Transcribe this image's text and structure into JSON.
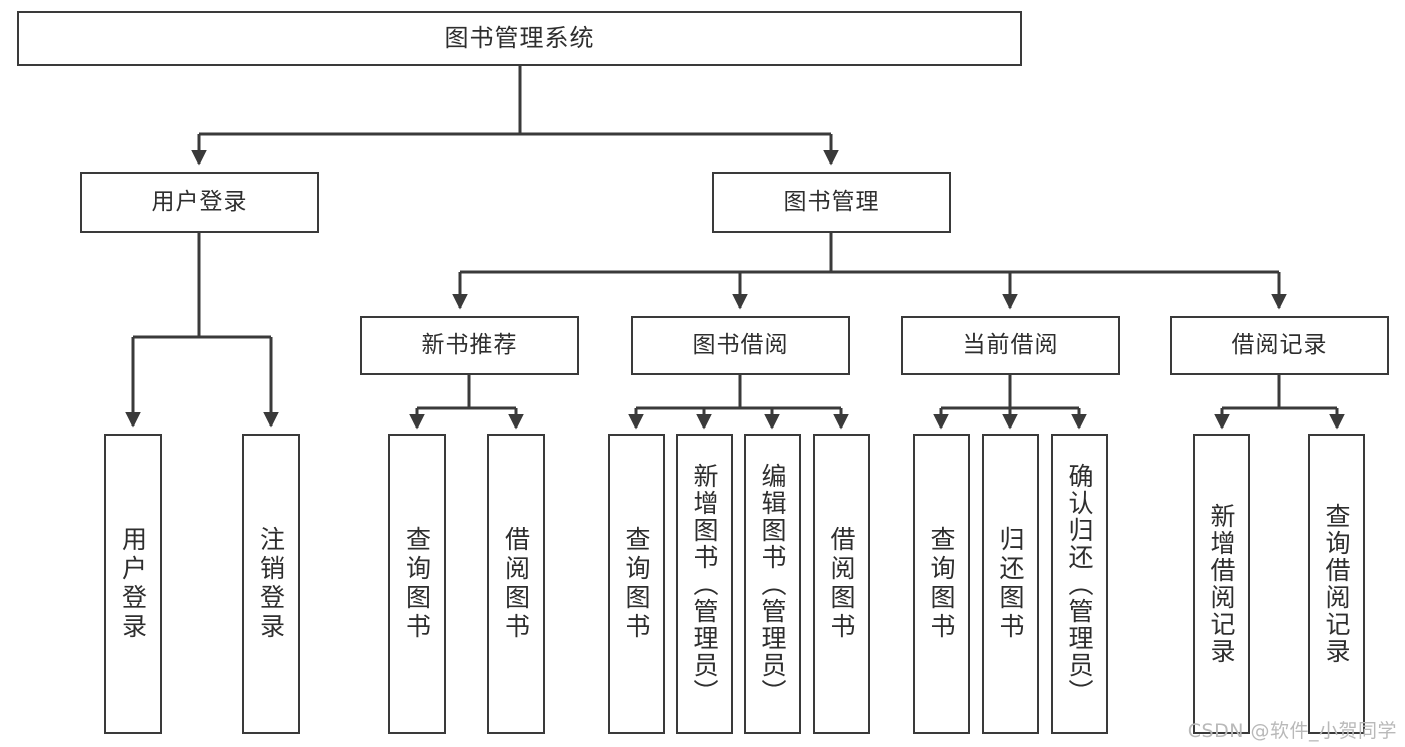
{
  "diagram": {
    "title": "图书管理系统",
    "type": "tree-hierarchy",
    "stroke_color": "#3a3a3a",
    "text_color": "#2e2e2e",
    "background_color": "#ffffff"
  },
  "nodes": {
    "root": {
      "label": "图书管理系统"
    },
    "level2": [
      {
        "id": "user-login",
        "label": "用户登录"
      },
      {
        "id": "book-manage",
        "label": "图书管理"
      }
    ],
    "level3": [
      {
        "id": "new-book-recommend",
        "label": "新书推荐"
      },
      {
        "id": "book-borrow",
        "label": "图书借阅"
      },
      {
        "id": "current-borrow",
        "label": "当前借阅"
      },
      {
        "id": "borrow-record",
        "label": "借阅记录"
      }
    ],
    "leaves": {
      "user_login": [
        {
          "id": "leaf-user-login",
          "label": "用户登录"
        },
        {
          "id": "leaf-logout-login",
          "label": "注销登录"
        }
      ],
      "new_book_recommend": [
        {
          "id": "leaf-query-book-1",
          "label": "查询图书"
        },
        {
          "id": "leaf-borrow-book-1",
          "label": "借阅图书"
        }
      ],
      "book_borrow": [
        {
          "id": "leaf-query-book-2",
          "label": "查询图书"
        },
        {
          "id": "leaf-add-book",
          "label": "新增图书（管理员）"
        },
        {
          "id": "leaf-edit-book",
          "label": "编辑图书（管理员）"
        },
        {
          "id": "leaf-borrow-book-2",
          "label": "借阅图书"
        }
      ],
      "current_borrow": [
        {
          "id": "leaf-query-book-3",
          "label": "查询图书"
        },
        {
          "id": "leaf-return-book",
          "label": "归还图书"
        },
        {
          "id": "leaf-confirm-return",
          "label": "确认归还（管理员）"
        }
      ],
      "borrow_record": [
        {
          "id": "leaf-add-record",
          "label": "新增借阅记录"
        },
        {
          "id": "leaf-query-record",
          "label": "查询借阅记录"
        }
      ]
    }
  },
  "watermark": {
    "text": "CSDN @软件_小贺同学"
  }
}
